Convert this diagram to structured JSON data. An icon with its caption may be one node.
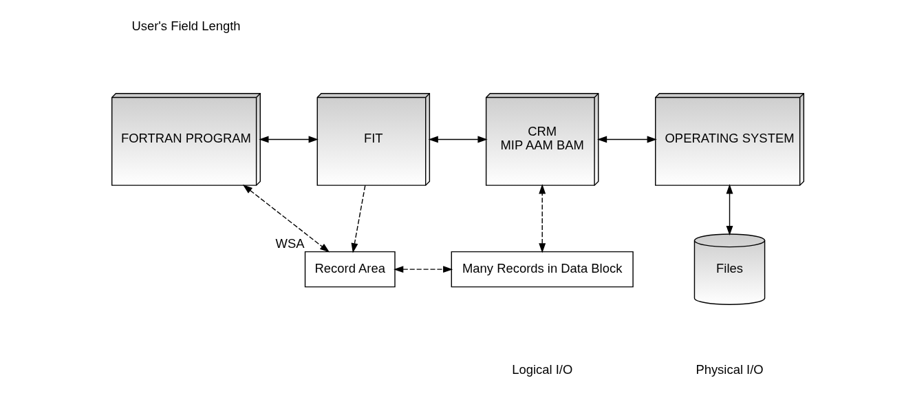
{
  "diagram": {
    "nodes": [
      {
        "text": [
          "FORTRAN PROGRAM"
        ]
      },
      {
        "text": [
          "FIT"
        ]
      },
      {
        "text": [
          "CRM",
          "MIP AAM BAM"
        ]
      },
      {
        "text": [
          "OPERATING SYSTEM"
        ]
      },
      {
        "text": [
          "Record Area"
        ],
        "beside": [
          "WSA"
        ]
      },
      {
        "text": [
          "Many Records in Data Block"
        ]
      },
      {
        "text": [
          "Files"
        ]
      }
    ],
    "edges": [
      {
        "from": 0,
        "to": 1,
        "arrow": "both"
      },
      {
        "from": 1,
        "to": 2,
        "arrow": "both"
      },
      {
        "from": 2,
        "to": 3,
        "arrow": "both"
      },
      {
        "from": 0,
        "to": 4,
        "arrow": "both",
        "style": "dashed"
      },
      {
        "from": 1,
        "to": 4,
        "arrow": "to",
        "style": "dashed"
      },
      {
        "from": 5,
        "to": 2,
        "arrow": "both",
        "style": "dashed"
      },
      {
        "from": 4,
        "to": 5,
        "arrow": "both",
        "style": "dashed"
      },
      {
        "from": 3,
        "to": 6,
        "arrow": "both"
      }
    ],
    "labels": [
      "User's Field Length",
      "Logical I/O",
      "Physical I/O"
    ]
  }
}
